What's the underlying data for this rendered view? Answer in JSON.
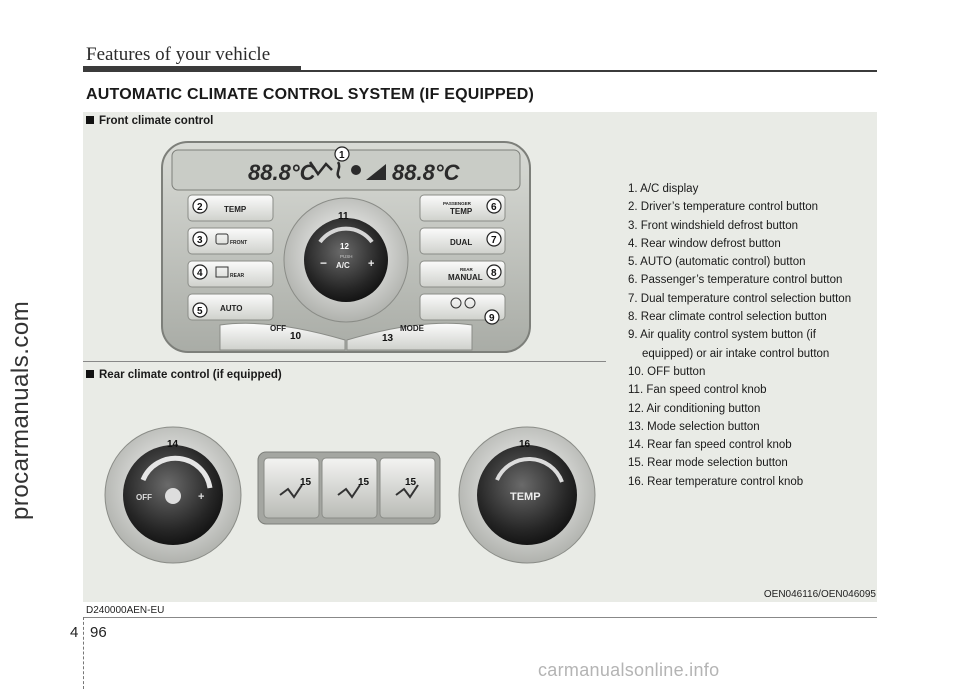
{
  "header": {
    "section_name": "Features of your vehicle"
  },
  "title": "AUTOMATIC CLIMATE CONTROL SYSTEM (IF EQUIPPED)",
  "front_label": "Front climate control",
  "rear_label": "Rear climate control (if equipped)",
  "front_panel": {
    "display_left": "88.8°C",
    "display_right": "88.8°C",
    "temp": "TEMP",
    "front": "FRONT",
    "rear": "REAR",
    "auto": "AUTO",
    "passenger": "PASSENGER",
    "dual": "DUAL",
    "rear_small": "REAR",
    "manual": "MANUAL",
    "off": "OFF",
    "mode": "MODE",
    "push": "PUSH",
    "ac": "A/C",
    "minus": "−",
    "plus": "+"
  },
  "callouts": [
    "1",
    "2",
    "3",
    "4",
    "5",
    "6",
    "7",
    "8",
    "9",
    "10",
    "11",
    "12",
    "13",
    "14",
    "15",
    "15",
    "15",
    "16"
  ],
  "rear_panel": {
    "off": "OFF",
    "plus": "+",
    "temp": "TEMP"
  },
  "legend": [
    "1. A/C display",
    "2. Driver’s temperature control button",
    "3. Front windshield defrost button",
    "4. Rear window defrost button",
    "5. AUTO (automatic control) button",
    "6. Passenger’s temperature control button",
    "7. Dual temperature control selection button",
    "8. Rear climate control selection button",
    "9. Air quality control system button (if",
    "equipped) or air intake control button",
    "10. OFF button",
    "11. Fan speed control knob",
    "12. Air conditioning button",
    "13. Mode selection button",
    "14. Rear fan speed control knob",
    "15. Rear mode selection button",
    "16. Rear temperature control knob"
  ],
  "figure_code": "OEN046116/OEN046095",
  "doc_code": "D240000AEN-EU",
  "page": {
    "chapter": "4",
    "number": "96"
  },
  "watermarks": {
    "side": "procarmanuals.com",
    "bottom": "carmanualsonline.info"
  }
}
